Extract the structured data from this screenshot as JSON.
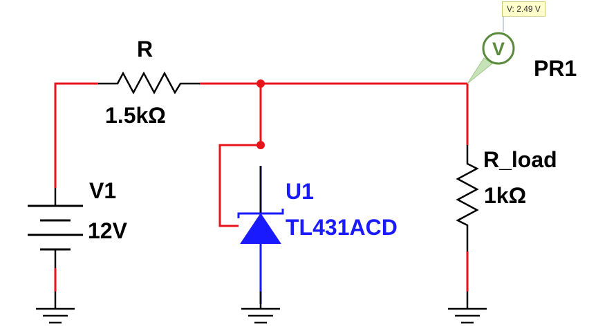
{
  "probe": {
    "readout": "V: 2.49 V",
    "name": "PR1",
    "symbol": "V"
  },
  "components": {
    "resistor_series": {
      "name": "R",
      "value": "1.5kΩ"
    },
    "source": {
      "name": "V1",
      "value": "12V"
    },
    "regulator": {
      "name": "U1",
      "part": "TL431ACD"
    },
    "resistor_load": {
      "name": "R_load",
      "value": "1kΩ"
    }
  },
  "colors": {
    "wire_red": "#e8141b",
    "wire_blue": "#1a1aff",
    "component_black": "#000000",
    "label_blue": "#1a1aff",
    "probe_green": "#5a8a3c"
  }
}
